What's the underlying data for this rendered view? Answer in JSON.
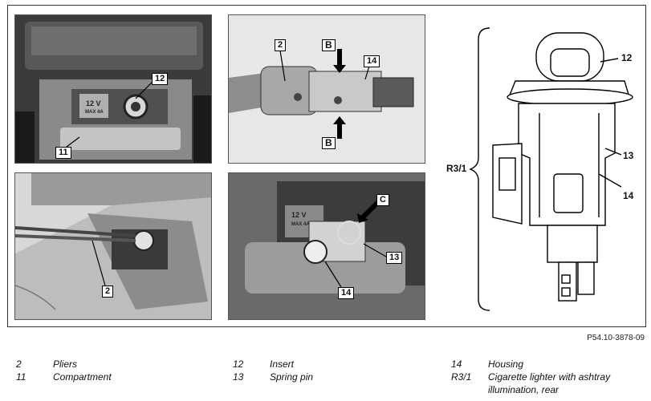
{
  "figure": {
    "code": "P54.10-3878-09",
    "photos": {
      "top_left": {
        "socket_label": "12 V",
        "socket_sublabel": "MAX 4A",
        "callouts": [
          "12",
          "11"
        ]
      },
      "bottom_left": {
        "callouts": [
          "2"
        ]
      },
      "top_middle": {
        "callouts": [
          "2",
          "B",
          "14",
          "B"
        ]
      },
      "bottom_middle": {
        "socket_label": "12 V",
        "socket_sublabel": "MAX 4A",
        "callouts": [
          "C",
          "13",
          "14"
        ]
      }
    },
    "drawing": {
      "assembly_label": "R3/1",
      "callouts": [
        "12",
        "13",
        "14"
      ]
    }
  },
  "legend": {
    "columns": [
      [
        {
          "num": "2",
          "text": "Pliers"
        },
        {
          "num": "11",
          "text": "Compartment"
        }
      ],
      [
        {
          "num": "12",
          "text": "Insert"
        },
        {
          "num": "13",
          "text": "Spring pin"
        }
      ],
      [
        {
          "num": "14",
          "text": "Housing"
        },
        {
          "num": "R3/1",
          "text": "Cigarette lighter with ashtray illumination, rear"
        }
      ]
    ]
  }
}
